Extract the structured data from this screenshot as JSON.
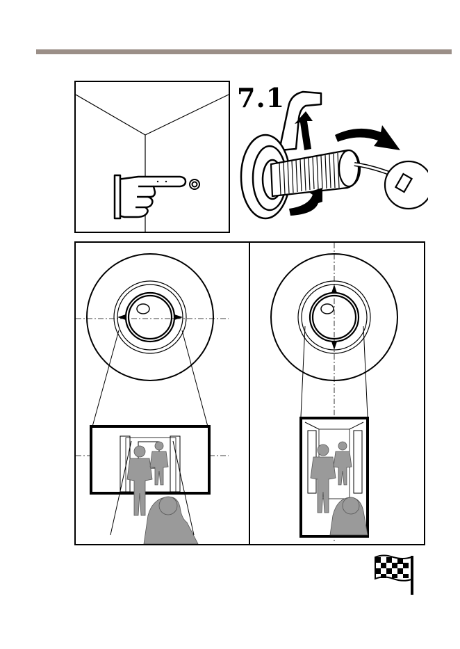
{
  "page": {
    "step_number": "7.1",
    "rule_color": "#9b8f88"
  },
  "illustrations": {
    "wall_panel": {
      "icon": "pointing-hand-icon"
    },
    "install_panel": {
      "icon": "rotate-arrow-icon"
    },
    "view_panels": [
      {
        "orientation": "landscape",
        "icon": "camera-dome-icon"
      },
      {
        "orientation": "portrait",
        "icon": "camera-dome-icon"
      }
    ],
    "finish_icon": "checkered-flag-icon"
  }
}
